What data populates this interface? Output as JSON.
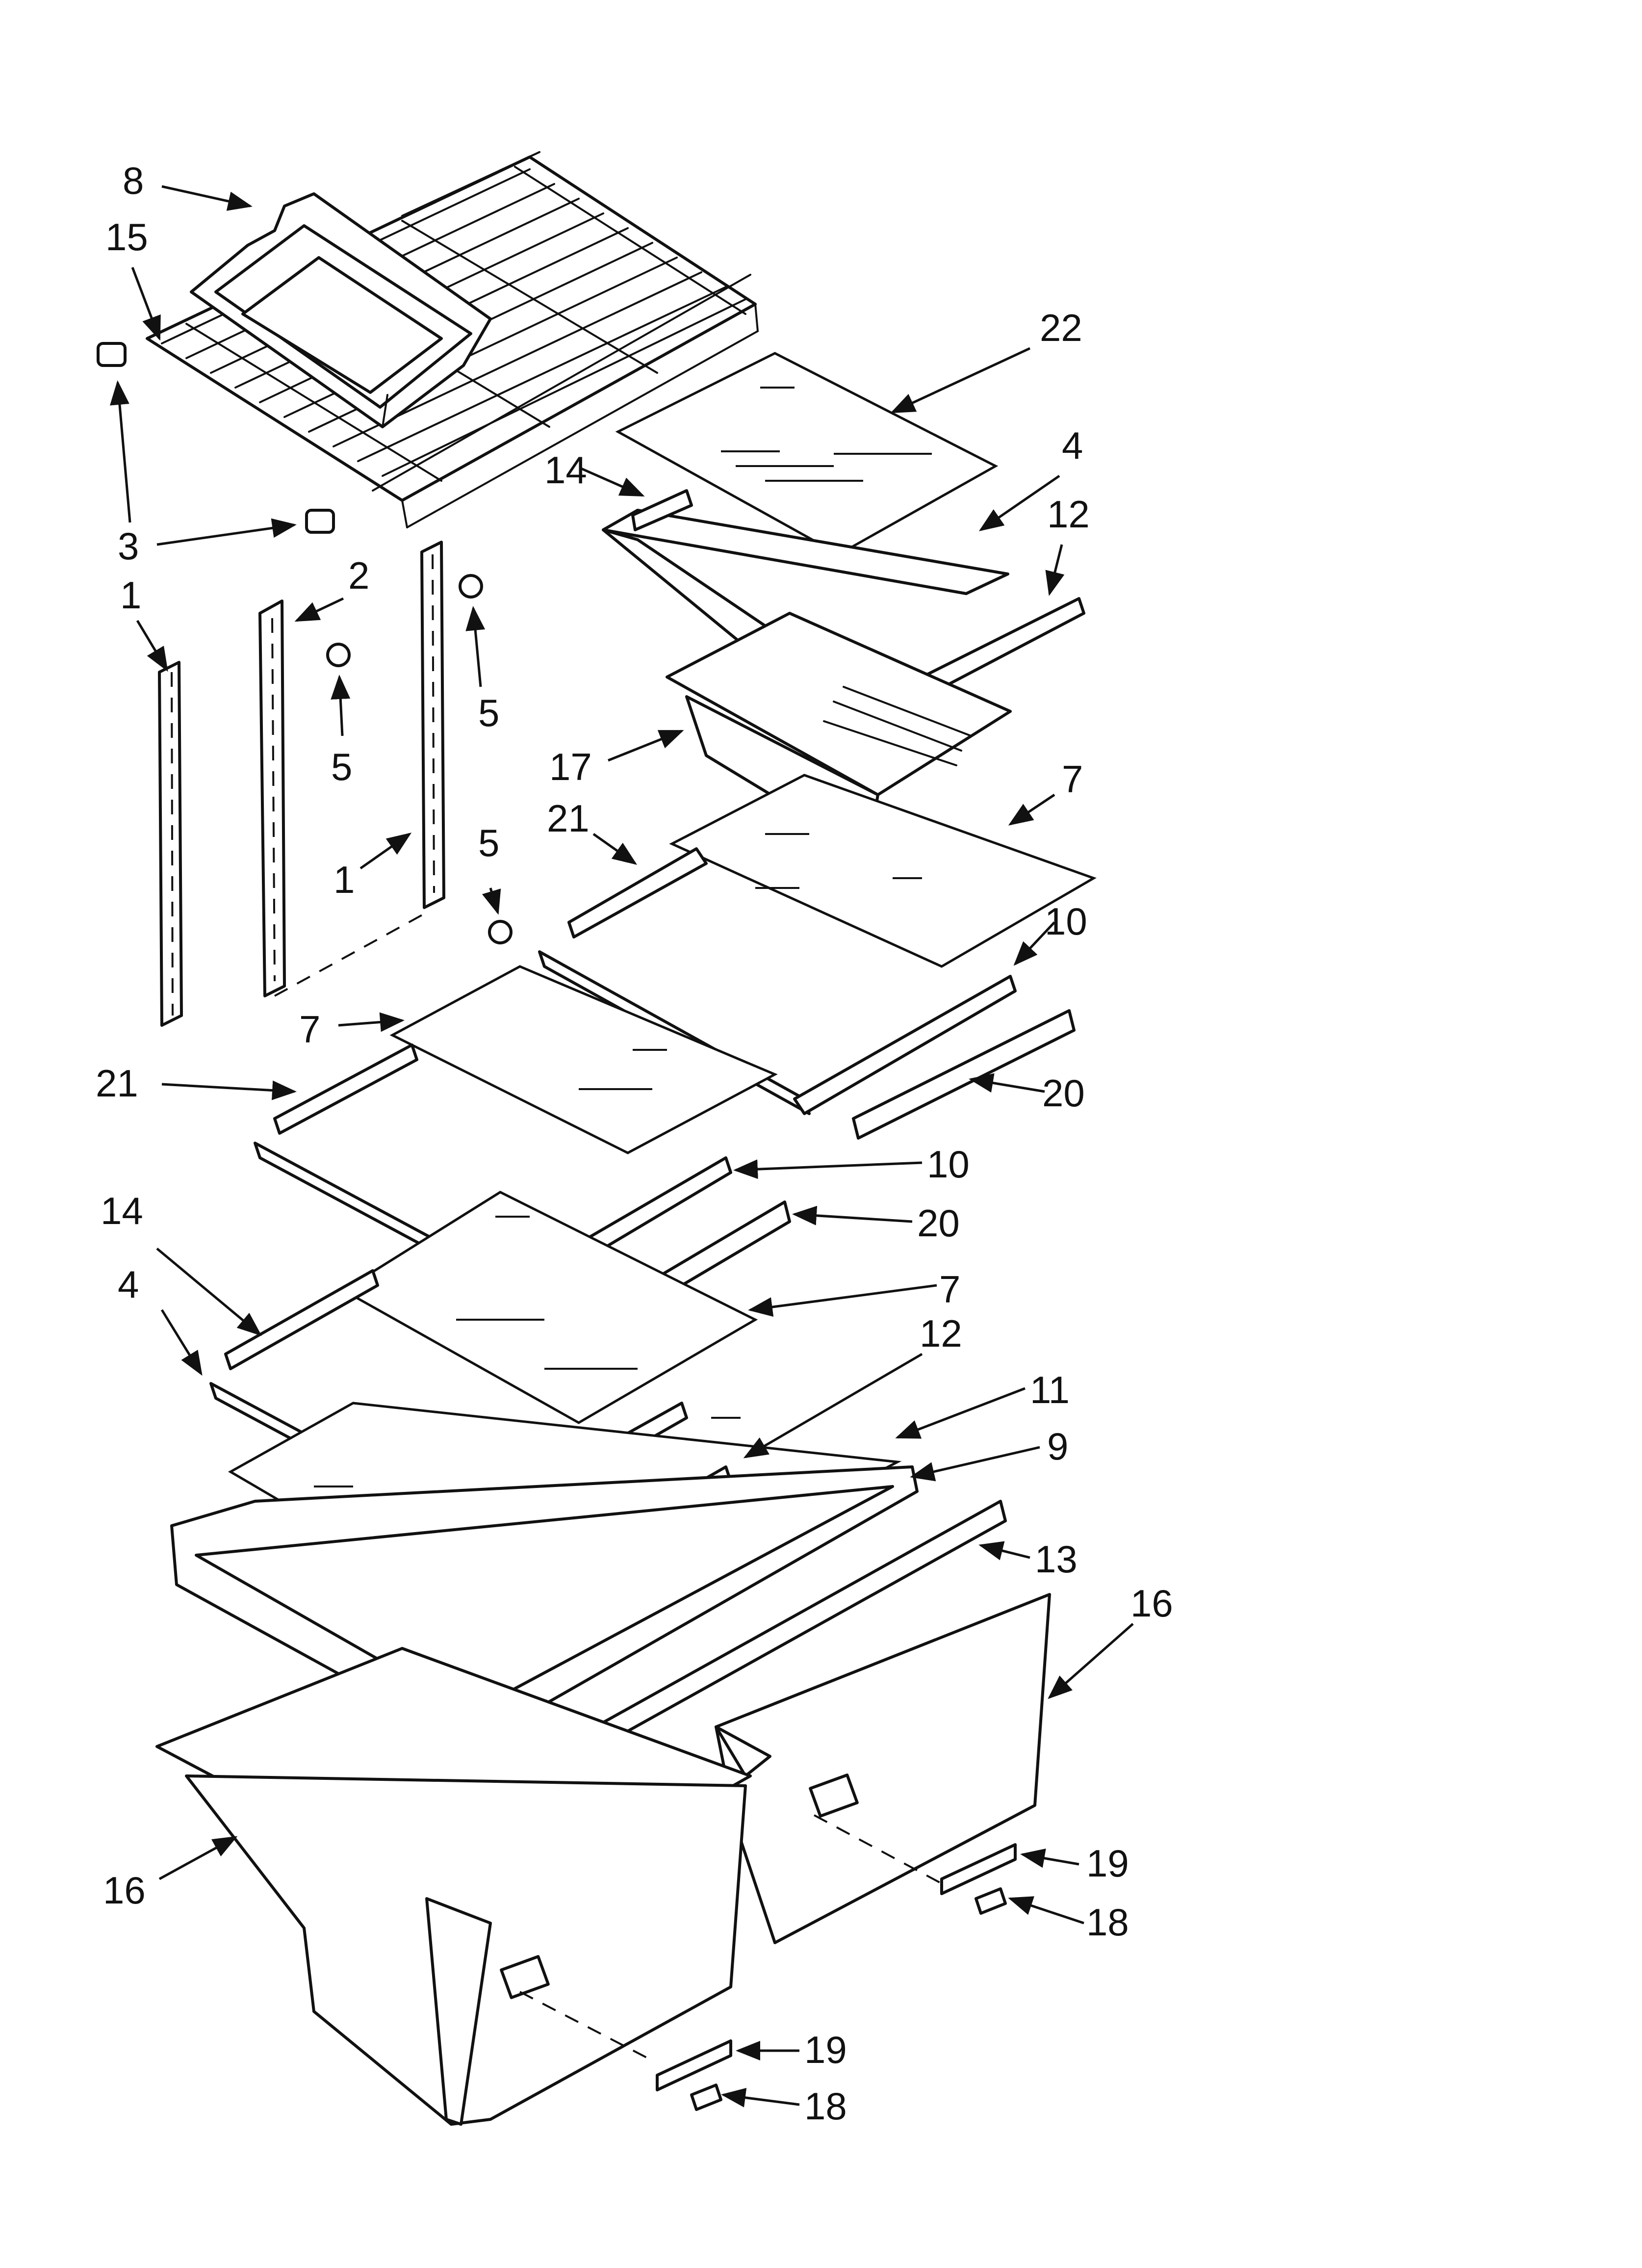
{
  "diagram": {
    "callouts": [
      "8",
      "15",
      "3",
      "1",
      "2",
      "5",
      "5",
      "1",
      "5",
      "22",
      "14",
      "4",
      "12",
      "17",
      "21",
      "7",
      "10",
      "7",
      "21",
      "20",
      "10",
      "20",
      "14",
      "4",
      "7",
      "12",
      "11",
      "9",
      "13",
      "16",
      "16",
      "19",
      "18",
      "19",
      "18"
    ]
  }
}
